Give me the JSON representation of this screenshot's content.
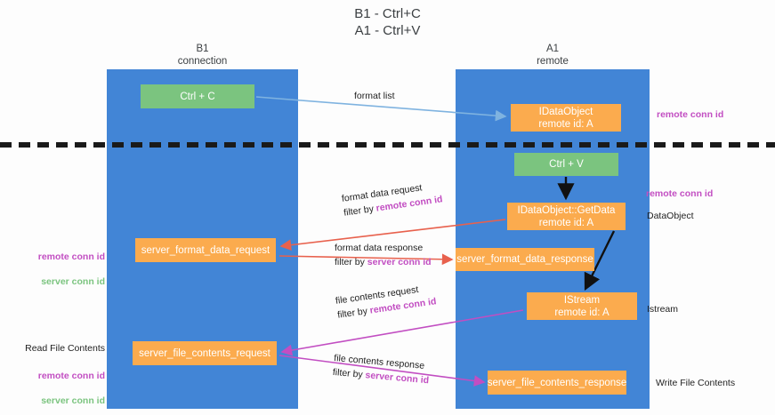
{
  "title": "B1 - Ctrl+C\nA1 - Ctrl+V",
  "columns": {
    "left": {
      "header": "B1\nconnection"
    },
    "right": {
      "header": "A1\nremote"
    }
  },
  "nodes": {
    "ctrl_c": "Ctrl + C",
    "idataobject": "IDataObject\nremote id: A",
    "ctrl_v": "Ctrl + V",
    "getdata": "IDataObject::GetData\nremote id: A",
    "server_format_data_request": "server_format_data_request",
    "server_format_data_response": "server_format_data_response",
    "istream": "IStream\nremote id: A",
    "server_file_contents_request": "server_file_contents_request",
    "server_file_contents_response": "server_file_contents_response"
  },
  "edges": {
    "format_list": "format list",
    "format_data_request": {
      "line1": "format data request",
      "line2_prefix": "filter by ",
      "line2_key": "remote conn id"
    },
    "format_data_response": {
      "line1": "format data response",
      "line2_prefix": "filter by ",
      "line2_key": "server conn id"
    },
    "file_contents_request": {
      "line1": "file contents request",
      "line2_prefix": "filter by ",
      "line2_key": "remote conn id"
    },
    "file_contents_response": {
      "line1": "file contents response",
      "line2_prefix": "filter by ",
      "line2_key": "server conn id"
    }
  },
  "annotations": {
    "remote_conn_id_top": "remote conn id",
    "remote_conn_id_mid": "remote conn id",
    "dataobject": "DataObject",
    "istream": "Istream",
    "write_file_contents": "Write File Contents",
    "read_file_contents": "Read File Contents",
    "left_remote_conn_id": "remote conn id",
    "left_server_conn_id": "server conn id",
    "left_remote_conn_id_2": "remote conn id",
    "left_server_conn_id_2": "server conn id"
  },
  "colors": {
    "lane": "#4285d6",
    "green_node": "#7bc47f",
    "orange_node": "#fbab4e",
    "purple_text": "#c24ec2",
    "green_text": "#7bc47f",
    "arrow_blue": "#7fb3e0",
    "arrow_red": "#e8614d",
    "arrow_magenta": "#c24ec2",
    "arrow_black": "#111111",
    "divider": "#1a1a1a"
  }
}
